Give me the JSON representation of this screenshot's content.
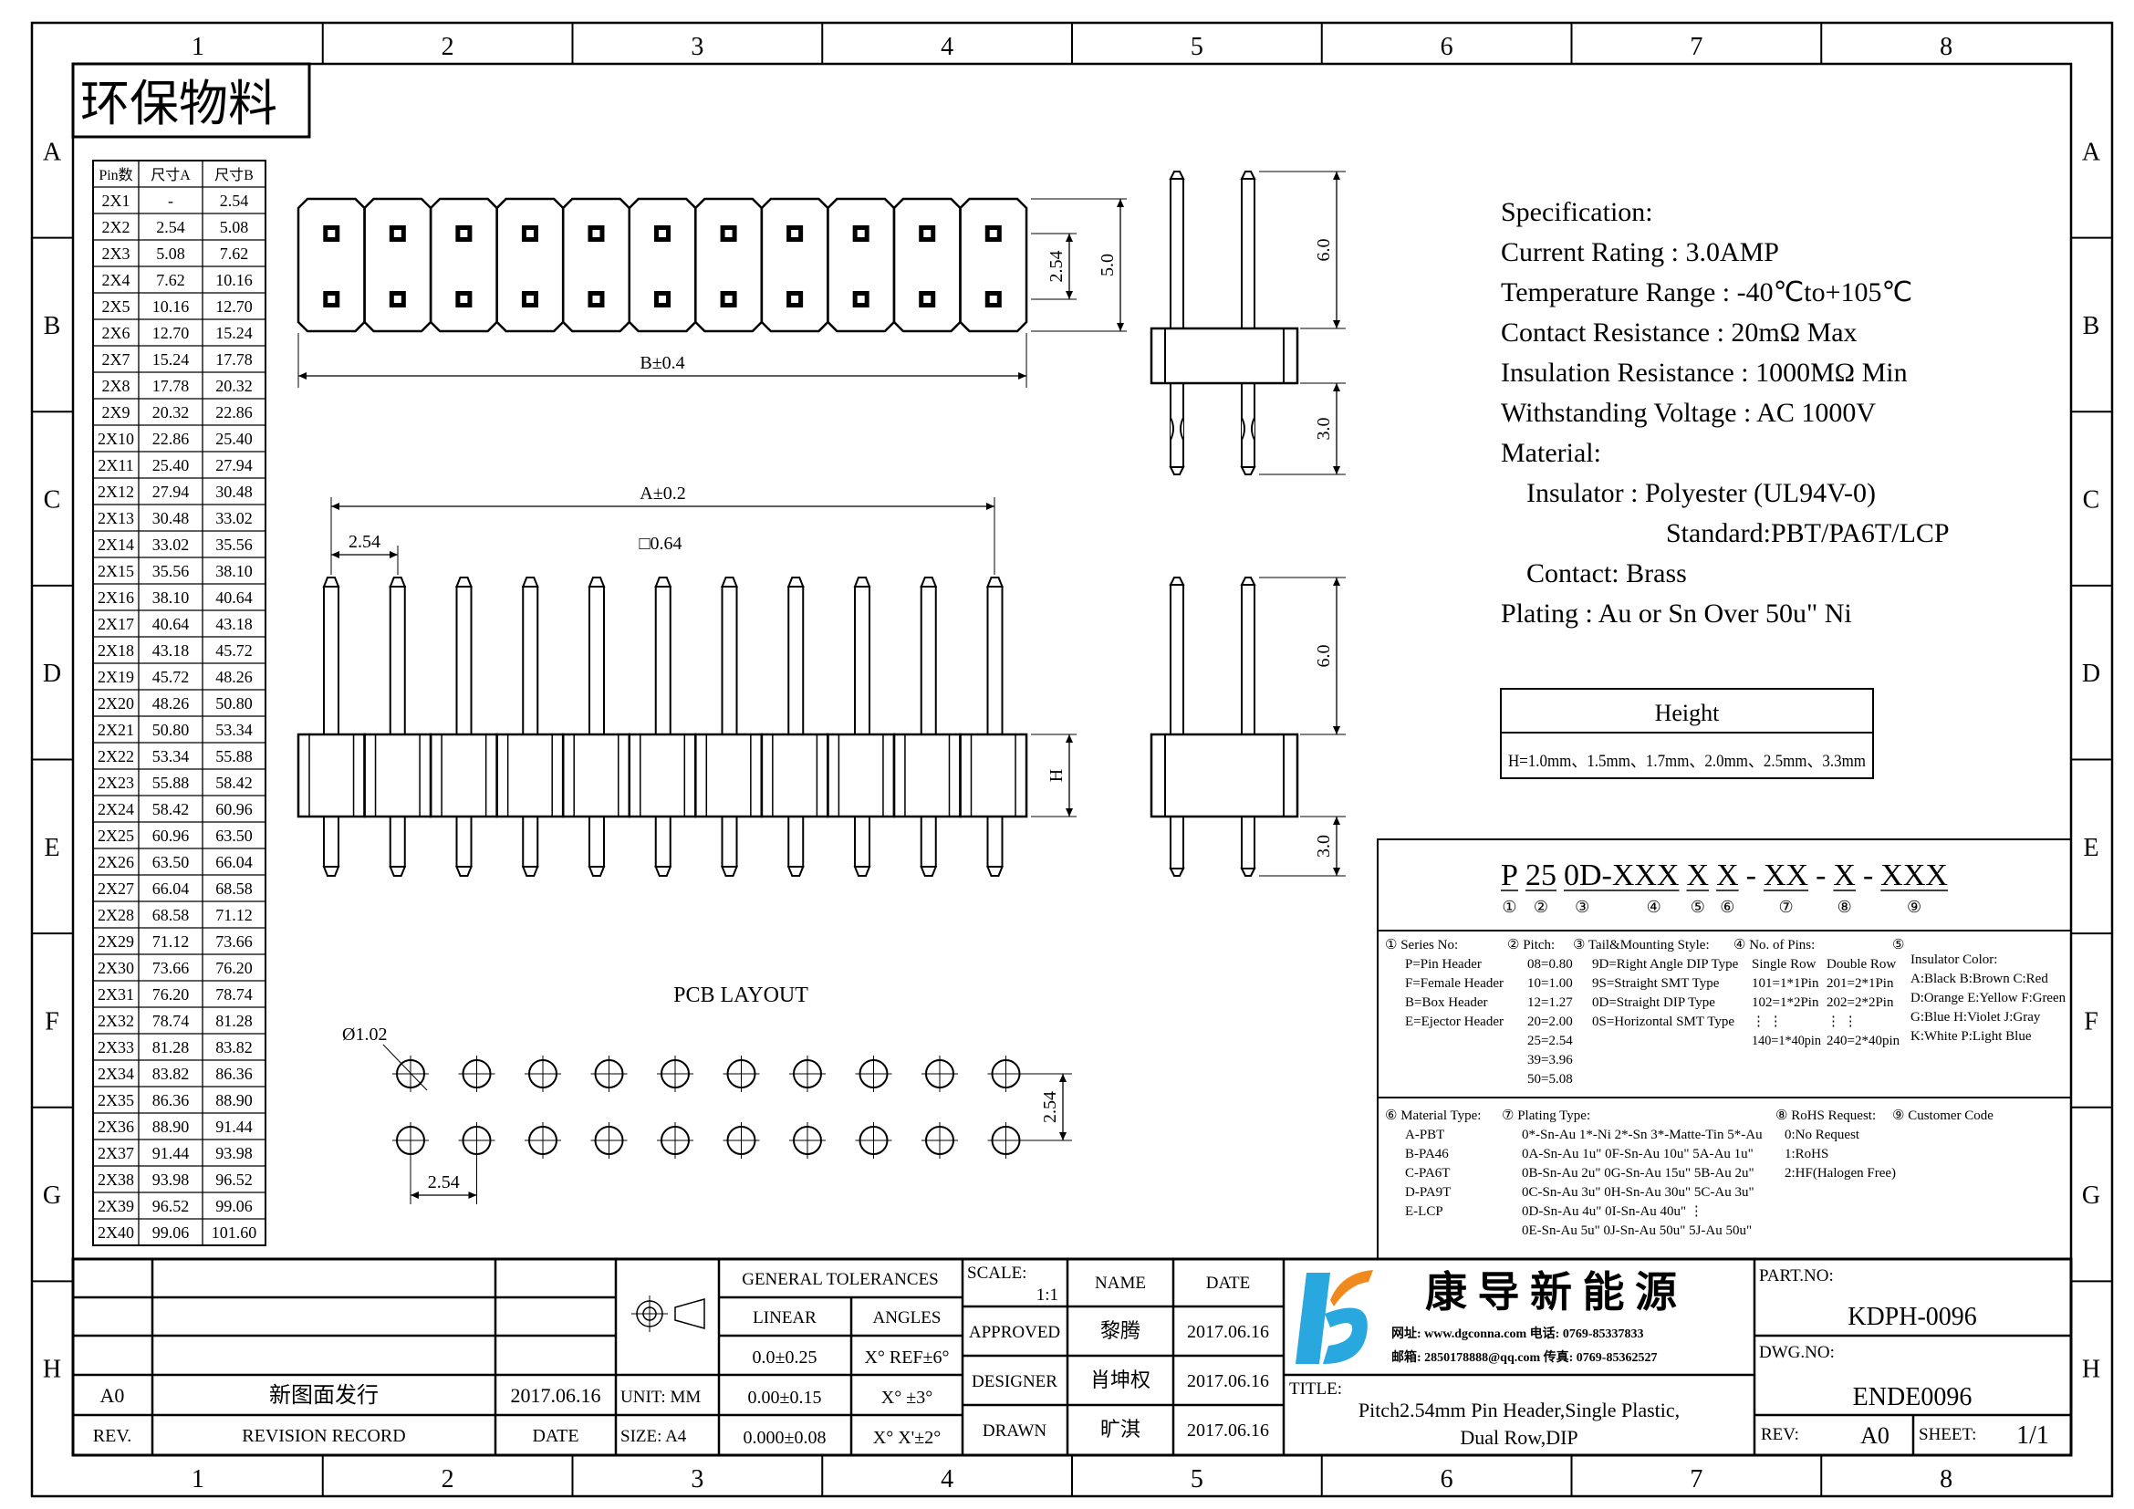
{
  "badge": "环保物料",
  "grid": {
    "columns": [
      "1",
      "2",
      "3",
      "4",
      "5",
      "6",
      "7",
      "8"
    ],
    "rows": [
      "A",
      "B",
      "C",
      "D",
      "E",
      "F",
      "G",
      "H"
    ]
  },
  "dim_table": {
    "headers": [
      "Pin数",
      "尺寸A",
      "尺寸B"
    ],
    "rows": [
      [
        "2X1",
        "-",
        "2.54"
      ],
      [
        "2X2",
        "2.54",
        "5.08"
      ],
      [
        "2X3",
        "5.08",
        "7.62"
      ],
      [
        "2X4",
        "7.62",
        "10.16"
      ],
      [
        "2X5",
        "10.16",
        "12.70"
      ],
      [
        "2X6",
        "12.70",
        "15.24"
      ],
      [
        "2X7",
        "15.24",
        "17.78"
      ],
      [
        "2X8",
        "17.78",
        "20.32"
      ],
      [
        "2X9",
        "20.32",
        "22.86"
      ],
      [
        "2X10",
        "22.86",
        "25.40"
      ],
      [
        "2X11",
        "25.40",
        "27.94"
      ],
      [
        "2X12",
        "27.94",
        "30.48"
      ],
      [
        "2X13",
        "30.48",
        "33.02"
      ],
      [
        "2X14",
        "33.02",
        "35.56"
      ],
      [
        "2X15",
        "35.56",
        "38.10"
      ],
      [
        "2X16",
        "38.10",
        "40.64"
      ],
      [
        "2X17",
        "40.64",
        "43.18"
      ],
      [
        "2X18",
        "43.18",
        "45.72"
      ],
      [
        "2X19",
        "45.72",
        "48.26"
      ],
      [
        "2X20",
        "48.26",
        "50.80"
      ],
      [
        "2X21",
        "50.80",
        "53.34"
      ],
      [
        "2X22",
        "53.34",
        "55.88"
      ],
      [
        "2X23",
        "55.88",
        "58.42"
      ],
      [
        "2X24",
        "58.42",
        "60.96"
      ],
      [
        "2X25",
        "60.96",
        "63.50"
      ],
      [
        "2X26",
        "63.50",
        "66.04"
      ],
      [
        "2X27",
        "66.04",
        "68.58"
      ],
      [
        "2X28",
        "68.58",
        "71.12"
      ],
      [
        "2X29",
        "71.12",
        "73.66"
      ],
      [
        "2X30",
        "73.66",
        "76.20"
      ],
      [
        "2X31",
        "76.20",
        "78.74"
      ],
      [
        "2X32",
        "78.74",
        "81.28"
      ],
      [
        "2X33",
        "81.28",
        "83.82"
      ],
      [
        "2X34",
        "83.82",
        "86.36"
      ],
      [
        "2X35",
        "86.36",
        "88.90"
      ],
      [
        "2X36",
        "88.90",
        "91.44"
      ],
      [
        "2X37",
        "91.44",
        "93.98"
      ],
      [
        "2X38",
        "93.98",
        "96.52"
      ],
      [
        "2X39",
        "96.52",
        "99.06"
      ],
      [
        "2X40",
        "99.06",
        "101.60"
      ]
    ]
  },
  "dims": {
    "b": "B±0.4",
    "pitch_top": "2.54",
    "width_top": "5.0",
    "side_upper": "6.0",
    "side_lower": "3.0",
    "a": "A±0.2",
    "pitch_front": "2.54",
    "pin_square": "□0.64",
    "h": "H",
    "pcb_title": "PCB LAYOUT",
    "hole": "Ø1.02",
    "pcb_pitch_x": "2.54",
    "pcb_pitch_y": "2.54"
  },
  "spec": {
    "lines": [
      "Specification:",
      "Current Rating : 3.0AMP",
      "Temperature Range : -40℃to+105℃",
      "Contact Resistance : 20mΩ Max",
      "Insulation Resistance : 1000MΩ Min",
      "Withstanding Voltage : AC 1000V",
      "Material:",
      "Insulator : Polyester (UL94V-0)",
      "Standard:PBT/PA6T/LCP",
      "Contact: Brass",
      "Plating : Au or Sn Over 50u\" Ni"
    ]
  },
  "height": {
    "title": "Height",
    "values": "H=1.0mm、1.5mm、1.7mm、2.0mm、2.5mm、3.3mm"
  },
  "part_code": {
    "segments": [
      "P",
      "25",
      "0D-XXX",
      "X",
      "X",
      "-",
      "XX",
      "-",
      "X",
      "-",
      "XXX"
    ],
    "markers": [
      "①",
      "②",
      "③",
      "④",
      "⑤",
      "⑥",
      "⑦",
      "⑧",
      "⑨"
    ]
  },
  "legend": {
    "series": {
      "title": "① Series No:",
      "items": [
        "P=Pin Header",
        "F=Female Header",
        "B=Box Header",
        "E=Ejector Header"
      ]
    },
    "pitch": {
      "title": "② Pitch:",
      "items": [
        "08=0.80",
        "10=1.00",
        "12=1.27",
        "20=2.00",
        "25=2.54",
        "39=3.96",
        "50=5.08"
      ]
    },
    "tail": {
      "title": "③ Tail&Mounting Style:",
      "items": [
        "9D=Right Angle DIP Type",
        "9S=Straight SMT Type",
        "0D=Straight DIP Type",
        "0S=Horizontal SMT Type"
      ]
    },
    "pins": {
      "title": "④ No. of Pins:",
      "single": [
        "Single Row",
        "101=1*1Pin",
        "102=1*2Pin",
        "⋮   ⋮",
        "140=1*40pin"
      ],
      "double": [
        "Double Row",
        "201=2*1Pin",
        "202=2*2Pin",
        "⋮   ⋮",
        "240=2*40pin"
      ]
    },
    "color": {
      "marker": "⑤",
      "title": "Insulator Color:",
      "items": [
        "A:Black  B:Brown  C:Red",
        "D:Orange E:Yellow F:Green",
        "G:Blue   H:Violet J:Gray",
        "K:White  P:Light Blue"
      ]
    },
    "material": {
      "title": "⑥ Material Type:",
      "items": [
        "A-PBT",
        "B-PA46",
        "C-PA6T",
        "D-PA9T",
        "E-LCP"
      ]
    },
    "plating": {
      "title": "⑦ Plating Type:",
      "items": [
        "0*-Sn-Au 1*-Ni 2*-Sn 3*-Matte-Tin 5*-Au",
        "0A-Sn-Au 1u\" 0F-Sn-Au 10u\"  5A-Au 1u\"",
        "0B-Sn-Au 2u\" 0G-Sn-Au 15u\"  5B-Au 2u\"",
        "0C-Sn-Au 3u\" 0H-Sn-Au 30u\"  5C-Au 3u\"",
        "0D-Sn-Au 4u\" 0I-Sn-Au 40u\"     ⋮",
        "0E-Sn-Au 5u\" 0J-Sn-Au 50u\"  5J-Au 50u\""
      ]
    },
    "rohs": {
      "title": "⑧ RoHS Request:",
      "items": [
        "0:No Request",
        "1:RoHS",
        "2:HF(Halogen Free)"
      ]
    },
    "customer": {
      "title": "⑨ Customer Code"
    }
  },
  "title_block": {
    "revisions": [
      {
        "rev": "A0",
        "record": "新图面发行",
        "date": "2017.06.16"
      }
    ],
    "rev_header": "REV.",
    "record_header": "REVISION RECORD",
    "date_header": "DATE",
    "unit": "UNIT: MM",
    "size": "SIZE: A4",
    "tolerances_title": "GENERAL TOLERANCES",
    "linear": "LINEAR",
    "angles": "ANGLES",
    "linear_values": [
      "0.0±0.25",
      "0.00±0.15",
      "0.000±0.08"
    ],
    "angle_values": [
      "X° REF±6°",
      "X° ±3°",
      "X° X'±2°"
    ],
    "scale_label": "SCALE:",
    "scale": "1:1",
    "name_header": "NAME",
    "date_col_header": "DATE",
    "signoffs": [
      {
        "role": "APPROVED",
        "name": "黎腾",
        "date": "2017.06.16"
      },
      {
        "role": "DESIGNER",
        "name": "肖坤权",
        "date": "2017.06.16"
      },
      {
        "role": "DRAWN",
        "name": "旷淇",
        "date": "2017.06.16"
      }
    ],
    "company": "康 导 新 能 源",
    "contact1": "网址: www.dgconna.com  电话: 0769-85337833",
    "contact2": "邮箱: 2850178888@qq.com 传真: 0769-85362527",
    "title_label": "TITLE:",
    "title_line1": "Pitch2.54mm Pin Header,Single Plastic,",
    "title_line2": "Dual Row,DIP",
    "part_no_label": "PART.NO:",
    "part_no": "KDPH-0096",
    "dwg_no_label": "DWG.NO:",
    "dwg_no": "ENDE0096",
    "rev_label": "REV:",
    "rev": "A0",
    "sheet_label": "SHEET:",
    "sheet": "1/1"
  },
  "colors": {
    "logo_blue": "#29a8e0",
    "logo_orange": "#f08a1c"
  }
}
